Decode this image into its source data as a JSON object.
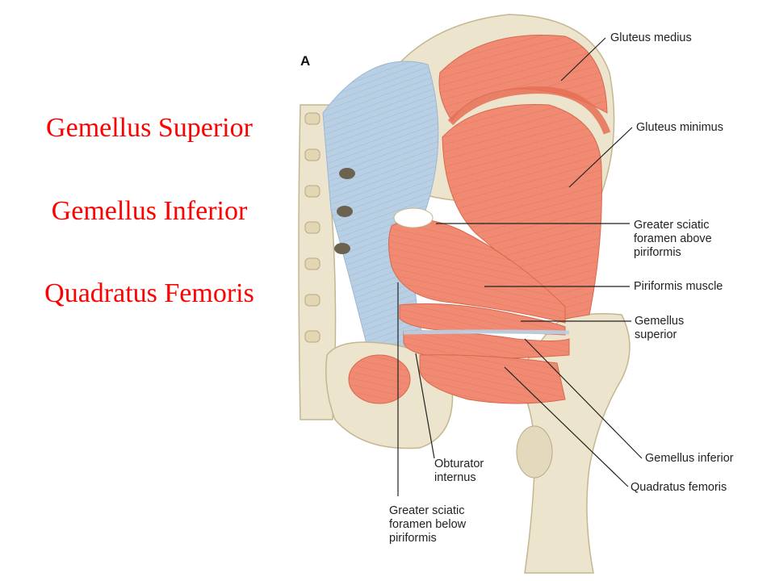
{
  "red_titles": [
    "Gemellus Superior",
    "Gemellus Inferior",
    "Quadratus Femoris"
  ],
  "figure_letter": "A",
  "labels": {
    "gluteus_medius": [
      "Gluteus medius"
    ],
    "gluteus_minimus": [
      "Gluteus minimus"
    ],
    "greater_sciatic_above": [
      "Greater sciatic",
      "foramen above",
      "piriformis"
    ],
    "piriformis": [
      "Piriformis muscle"
    ],
    "gemellus_superior": [
      "Gemellus",
      "superior"
    ],
    "gemellus_inferior": [
      "Gemellus inferior"
    ],
    "quadratus_femoris": [
      "Quadratus femoris"
    ],
    "obturator_internus": [
      "Obturator",
      "internus"
    ],
    "greater_sciatic_below": [
      "Greater sciatic",
      "foramen below",
      "piriformis"
    ]
  },
  "colors": {
    "title_red": "#ff0000",
    "muscle": "#f08a72",
    "ligament": "#b9cfe4",
    "bone": "#ece4cc"
  }
}
